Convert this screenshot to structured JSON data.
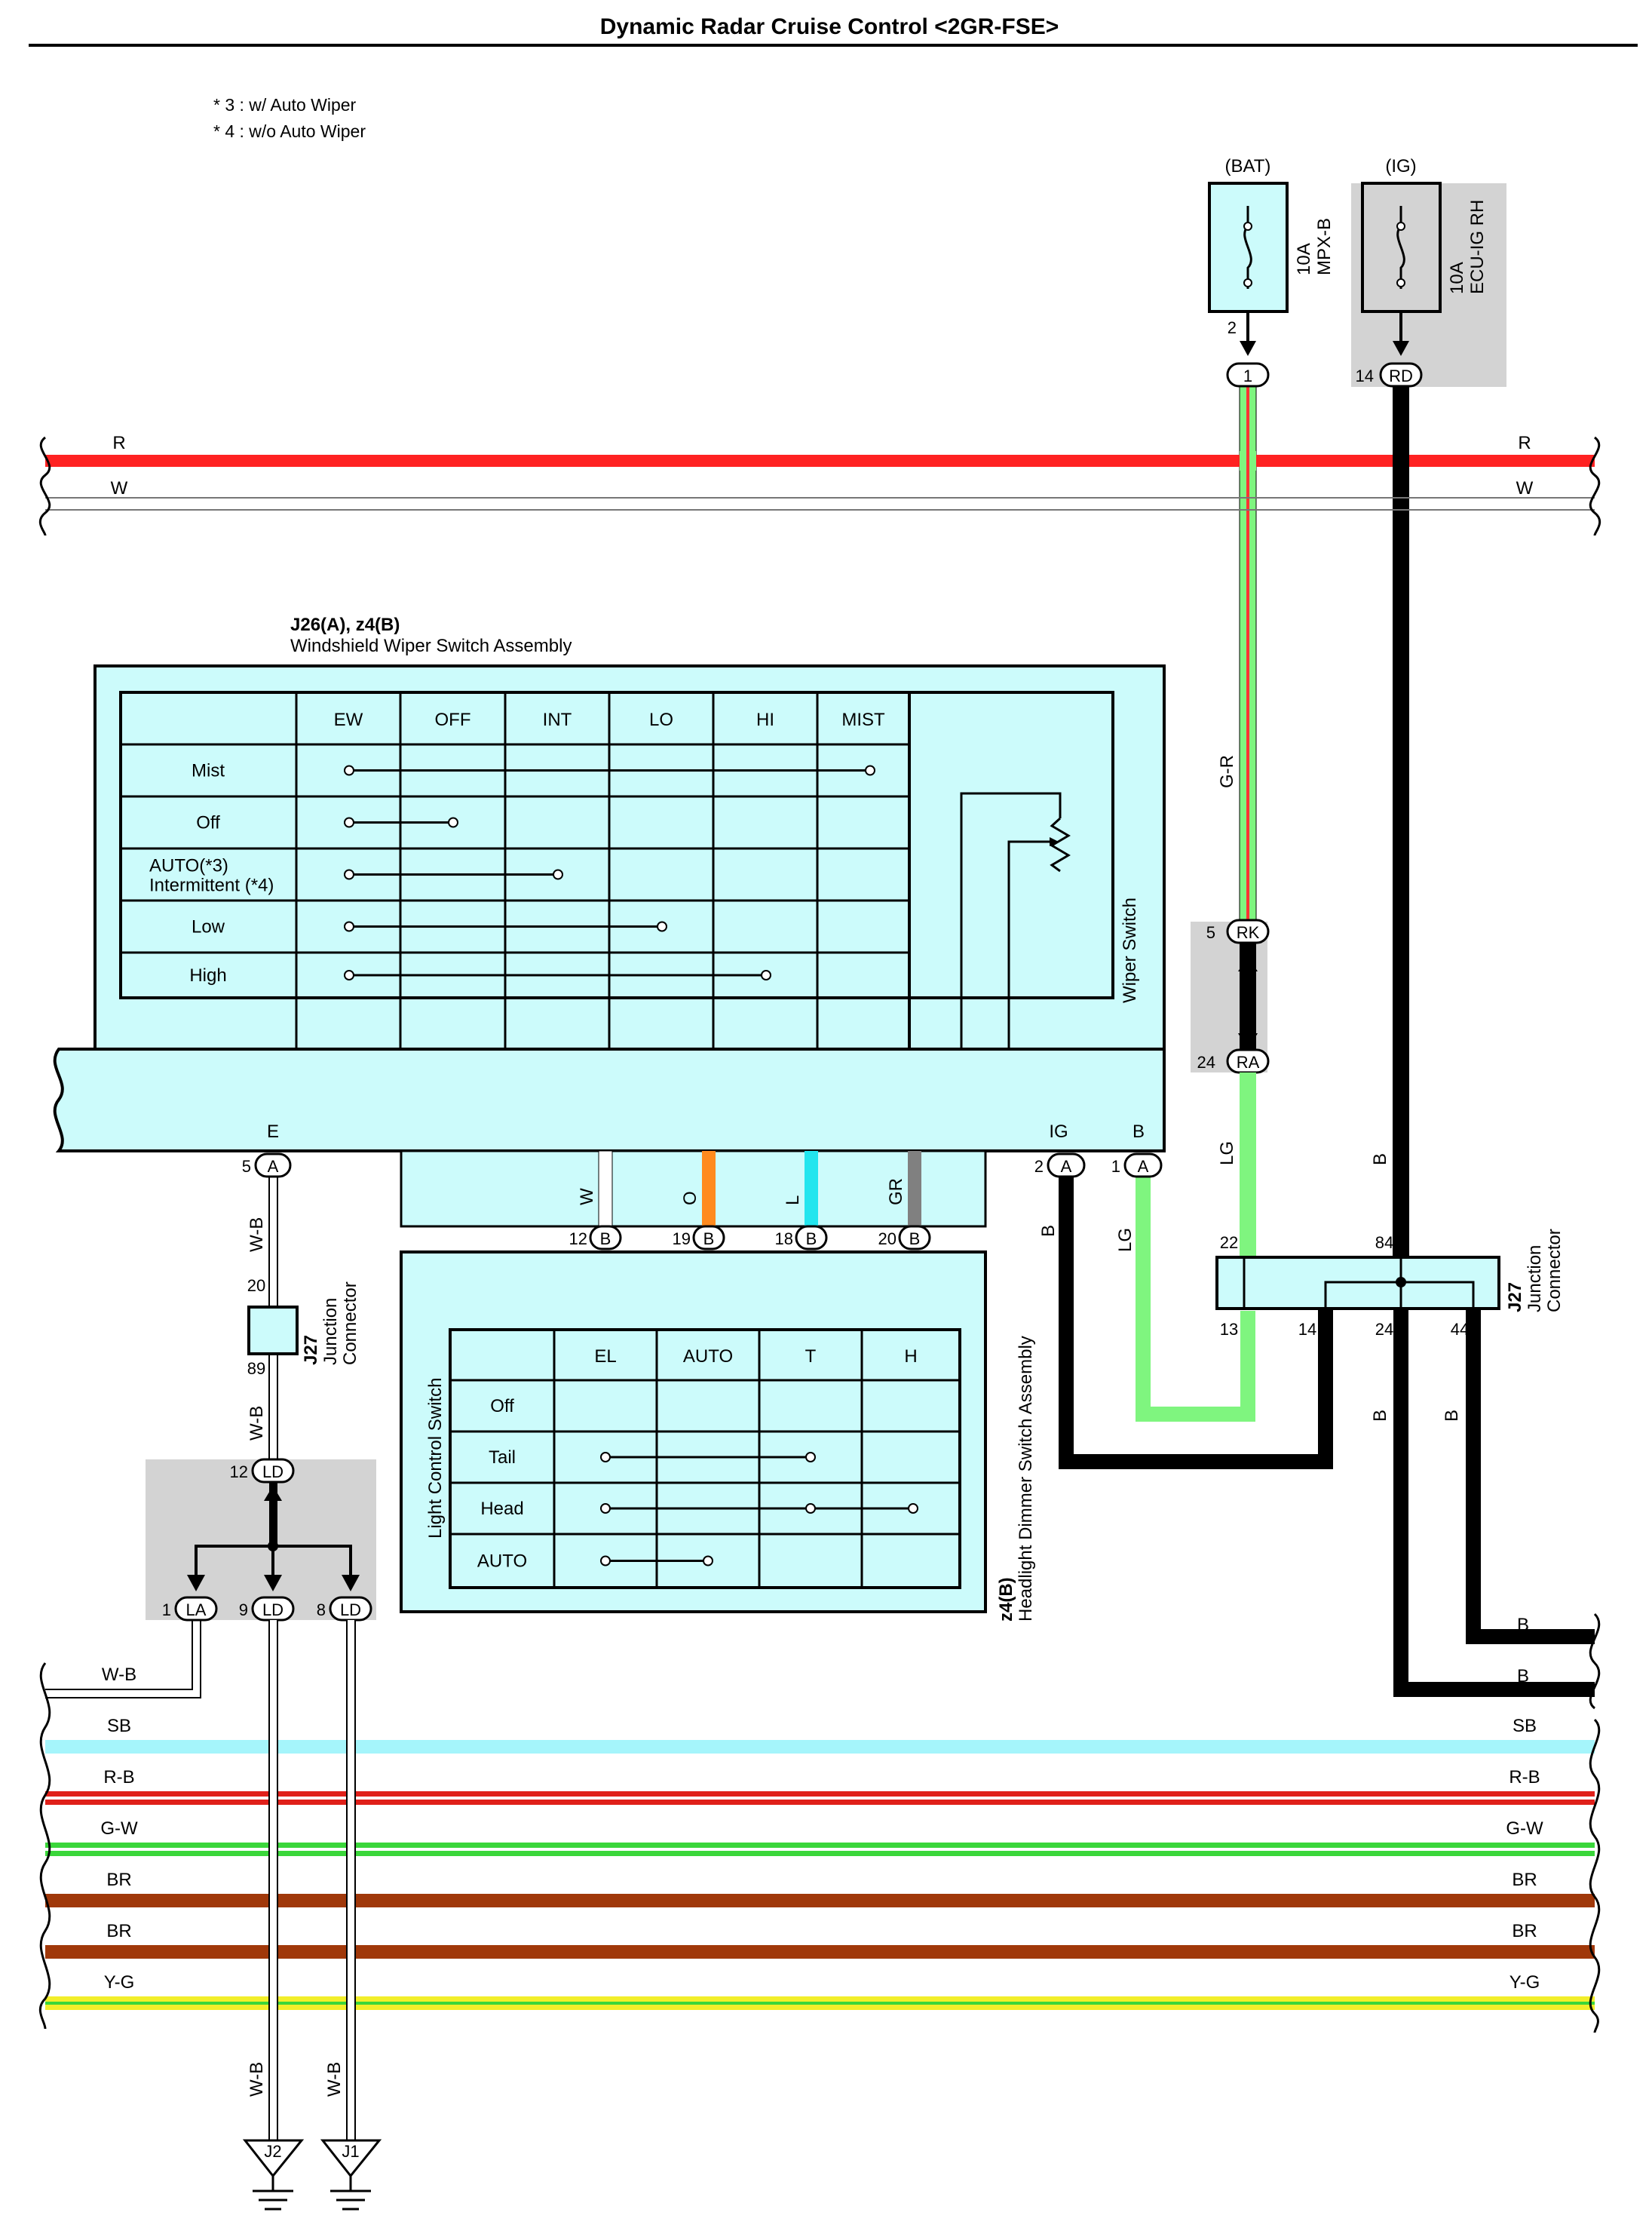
{
  "header": {
    "title": "Dynamic Radar Cruise Control <2GR-FSE>"
  },
  "notes": [
    "* 3 : w/ Auto Wiper",
    "* 4 : w/o Auto Wiper"
  ],
  "fuses": {
    "bat": {
      "source": "(BAT)",
      "rating": "10A",
      "name": "MPX-B",
      "pin": "2",
      "conn": "1",
      "color": "#ccfbfb"
    },
    "ig": {
      "source": "(IG)",
      "rating": "10A",
      "name": "ECU-IG RH",
      "pin": "14",
      "conn": "RD",
      "color": "#ccfbfb"
    }
  },
  "top_bus": [
    {
      "name": "R",
      "color": "#ff2222"
    },
    {
      "name": "W",
      "color": "#ffffff"
    }
  ],
  "wiper_switch": {
    "code": "J26(A), z4(B)",
    "name": "Windshield Wiper Switch Assembly",
    "side_label": "Wiper Switch",
    "headers": [
      "EW",
      "OFF",
      "INT",
      "LO",
      "HI",
      "MIST"
    ],
    "rows": [
      {
        "label": "Mist",
        "from": 0,
        "to": 5
      },
      {
        "label": "Off",
        "from": 0,
        "to": 1
      },
      {
        "label": "AUTO(*3)",
        "label2": "Intermittent (*4)",
        "from": 0,
        "to": 2
      },
      {
        "label": "Low",
        "from": 0,
        "to": 3
      },
      {
        "label": "High",
        "from": 0,
        "to": 4
      }
    ],
    "pins": [
      {
        "name": "E",
        "num": "5",
        "conn": "A"
      },
      {
        "name": "IG",
        "num": "2",
        "conn": "A"
      },
      {
        "name": "B",
        "num": "1",
        "conn": "A"
      }
    ]
  },
  "headlight_switch": {
    "code": "z4(B)",
    "name": "Headlight Dimmer Switch Assembly",
    "side_label": "Light Control Switch",
    "headers": [
      "EL",
      "AUTO",
      "T",
      "H"
    ],
    "rows": [
      {
        "label": "Off",
        "points": []
      },
      {
        "label": "Tail",
        "points": [
          0,
          2
        ]
      },
      {
        "label": "Head",
        "points": [
          0,
          2,
          3
        ]
      },
      {
        "label": "AUTO",
        "points": [
          0,
          1
        ]
      }
    ],
    "pins": [
      {
        "num": "12",
        "conn": "B",
        "name": "EL",
        "wire": "W",
        "color": "#ffffff"
      },
      {
        "num": "19",
        "conn": "B",
        "name": "A",
        "wire": "O",
        "color": "#ff8a1e"
      },
      {
        "num": "18",
        "conn": "B",
        "name": "T",
        "wire": "L",
        "color": "#22e5ee"
      },
      {
        "num": "20",
        "conn": "B",
        "name": "H",
        "wire": "GR",
        "color": "#808080"
      }
    ]
  },
  "junction_left": {
    "code": "J27",
    "name1": "Junction",
    "name2": "Connector",
    "pin_top": "20",
    "pin_bottom": "89"
  },
  "junction_right": {
    "code": "J27",
    "name1": "Junction",
    "name2": "Connector",
    "pins_top": [
      "22",
      "84"
    ],
    "pins_bottom": [
      "13",
      "14",
      "24",
      "44"
    ]
  },
  "splice_left": {
    "top": {
      "num": "12",
      "conn": "LD"
    },
    "bottom": [
      {
        "num": "1",
        "conn": "LA"
      },
      {
        "num": "9",
        "conn": "LD"
      },
      {
        "num": "8",
        "conn": "LD"
      }
    ]
  },
  "splice_right": {
    "top": {
      "num": "5",
      "conn": "RK"
    },
    "bottom": {
      "num": "24",
      "conn": "RA"
    }
  },
  "wires": {
    "g_r": "G-R",
    "lg": "LG",
    "b": "B",
    "w_b": "W-B",
    "g_r_color": "#7ff57f",
    "lg_color": "#7ff57f",
    "b_color": "#000000"
  },
  "bottom_bus": [
    {
      "name": "W-B",
      "color": "#ffffff"
    },
    {
      "name": "SB",
      "color": "#a5f5fb"
    },
    {
      "name": "R-B",
      "color": "#e0201a"
    },
    {
      "name": "G-W",
      "color": "#3ad63a"
    },
    {
      "name": "BR",
      "color": "#a0380a"
    },
    {
      "name": "BR",
      "color": "#a0380a"
    },
    {
      "name": "Y-G",
      "color": "#f2ee2a"
    }
  ],
  "right_b_lines": [
    "B",
    "B"
  ],
  "grounds": [
    {
      "wire": "W-B",
      "label": "J2"
    },
    {
      "wire": "W-B",
      "label": "J1"
    }
  ]
}
